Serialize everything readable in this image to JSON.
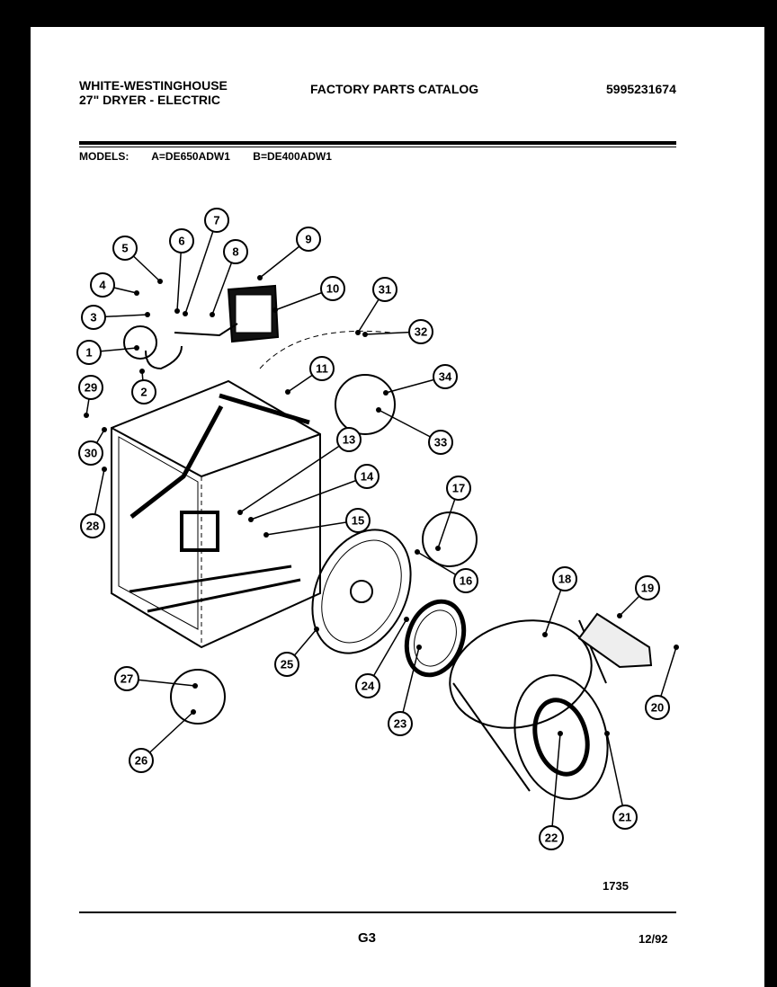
{
  "header": {
    "brand_line1": "WHITE-WESTINGHOUSE",
    "brand_line2": "27\" DRYER - ELECTRIC",
    "catalog_title": "FACTORY PARTS CATALOG",
    "catalog_number": "5995231674"
  },
  "models": {
    "label": "MODELS:",
    "model_a": "A=DE650ADW1",
    "model_b": "B=DE400ADW1"
  },
  "callouts": [
    {
      "id": "1",
      "name": "callout-1"
    },
    {
      "id": "2",
      "name": "callout-2"
    },
    {
      "id": "3",
      "name": "callout-3"
    },
    {
      "id": "4",
      "name": "callout-4"
    },
    {
      "id": "5",
      "name": "callout-5"
    },
    {
      "id": "6",
      "name": "callout-6"
    },
    {
      "id": "7",
      "name": "callout-7"
    },
    {
      "id": "8",
      "name": "callout-8"
    },
    {
      "id": "9",
      "name": "callout-9"
    },
    {
      "id": "10",
      "name": "callout-10"
    },
    {
      "id": "11",
      "name": "callout-11"
    },
    {
      "id": "13",
      "name": "callout-13"
    },
    {
      "id": "14",
      "name": "callout-14"
    },
    {
      "id": "15",
      "name": "callout-15"
    },
    {
      "id": "16",
      "name": "callout-16"
    },
    {
      "id": "17",
      "name": "callout-17"
    },
    {
      "id": "18",
      "name": "callout-18"
    },
    {
      "id": "19",
      "name": "callout-19"
    },
    {
      "id": "20",
      "name": "callout-20"
    },
    {
      "id": "21",
      "name": "callout-21"
    },
    {
      "id": "22",
      "name": "callout-22"
    },
    {
      "id": "23",
      "name": "callout-23"
    },
    {
      "id": "24",
      "name": "callout-24"
    },
    {
      "id": "25",
      "name": "callout-25"
    },
    {
      "id": "26",
      "name": "callout-26-bottom"
    },
    {
      "id": "27",
      "name": "callout-27"
    },
    {
      "id": "28",
      "name": "callout-28"
    },
    {
      "id": "29",
      "name": "callout-29"
    },
    {
      "id": "30",
      "name": "callout-30"
    },
    {
      "id": "31",
      "name": "callout-31"
    },
    {
      "id": "32",
      "name": "callout-32"
    },
    {
      "id": "33",
      "name": "callout-33"
    },
    {
      "id": "34",
      "name": "callout-34"
    }
  ],
  "footer": {
    "drawing_number": "1735",
    "page_code": "G3",
    "revision_date": "12/92"
  }
}
